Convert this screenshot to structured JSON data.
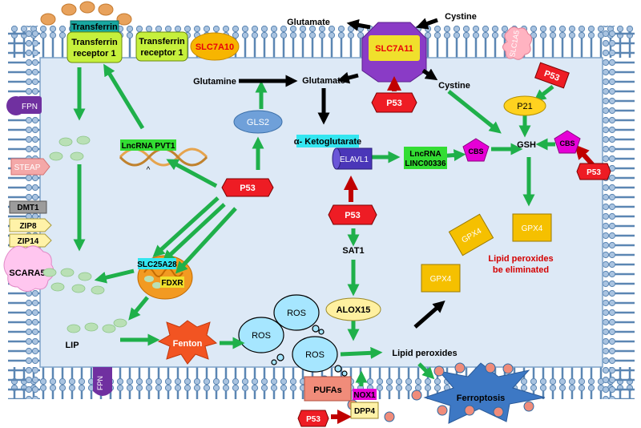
{
  "membrane": {
    "transferrin": "Transferrin",
    "tfr1_label_line1": "Transferrin",
    "tfr1_label_line2": "receptor 1",
    "tfr1b_label_line1": "Transferrin",
    "tfr1b_label_line2": "receptor 1",
    "slc7a10": "SLC7A10",
    "slc7a11": "SLC7A11",
    "slc1a5": "SLC1A5",
    "fpn_top": "FPN",
    "fpn_bottom": "FPN",
    "steap": "STEAP",
    "dmt1": "DMT1",
    "zip8": "ZIP8",
    "zip14": "ZIP14",
    "scara5": "SCARA5",
    "pufas": "PUFAs",
    "nox1": "NOX1",
    "dpp4": "DPP4",
    "ferroptosis": "Ferroptosis"
  },
  "metabolites": {
    "glutamate_out": "Glutamate",
    "cystine_out": "Cystine",
    "glutamine": "Glutamine",
    "glutamate_in": "Glutamate",
    "cystine_in": "Cystine",
    "a_ketoglutarate": "α- Ketoglutarate",
    "gsh": "GSH",
    "sat1": "SAT1",
    "lip": "LIP",
    "lipid_peroxides": "Lipid peroxides",
    "lipid_eliminated_line1": "Lipid peroxides",
    "lipid_eliminated_line2": "be eliminated",
    "caret": "^"
  },
  "proteins": {
    "p53": "P53",
    "gls2": "GLS2",
    "p21": "P21",
    "cbs": "CBS",
    "elavl1": "ELAVL1",
    "lnc00336_line1": "LncRNA",
    "lnc00336_line2": "LINC00336",
    "lnc_pvt1": "LncRNA PVT1",
    "slc25a28": "SLC25A28",
    "fdxr": "FDXR",
    "alox15": "ALOX15",
    "gpx4": "GPX4",
    "fenton": "Fenton",
    "ros": "ROS"
  },
  "colors": {
    "membrane": "#7ea3c9",
    "cytoplasm": "#dde9f6",
    "arrow_green": "#1fb04a",
    "arrow_black": "#000000",
    "arrow_red": "#c00000",
    "p53_red": "#ee1c24",
    "label_green": "#33dd33",
    "label_cyan": "#33e6f0",
    "gpx4_gold": "#f5c000",
    "cbs_magenta": "#e600d6"
  }
}
